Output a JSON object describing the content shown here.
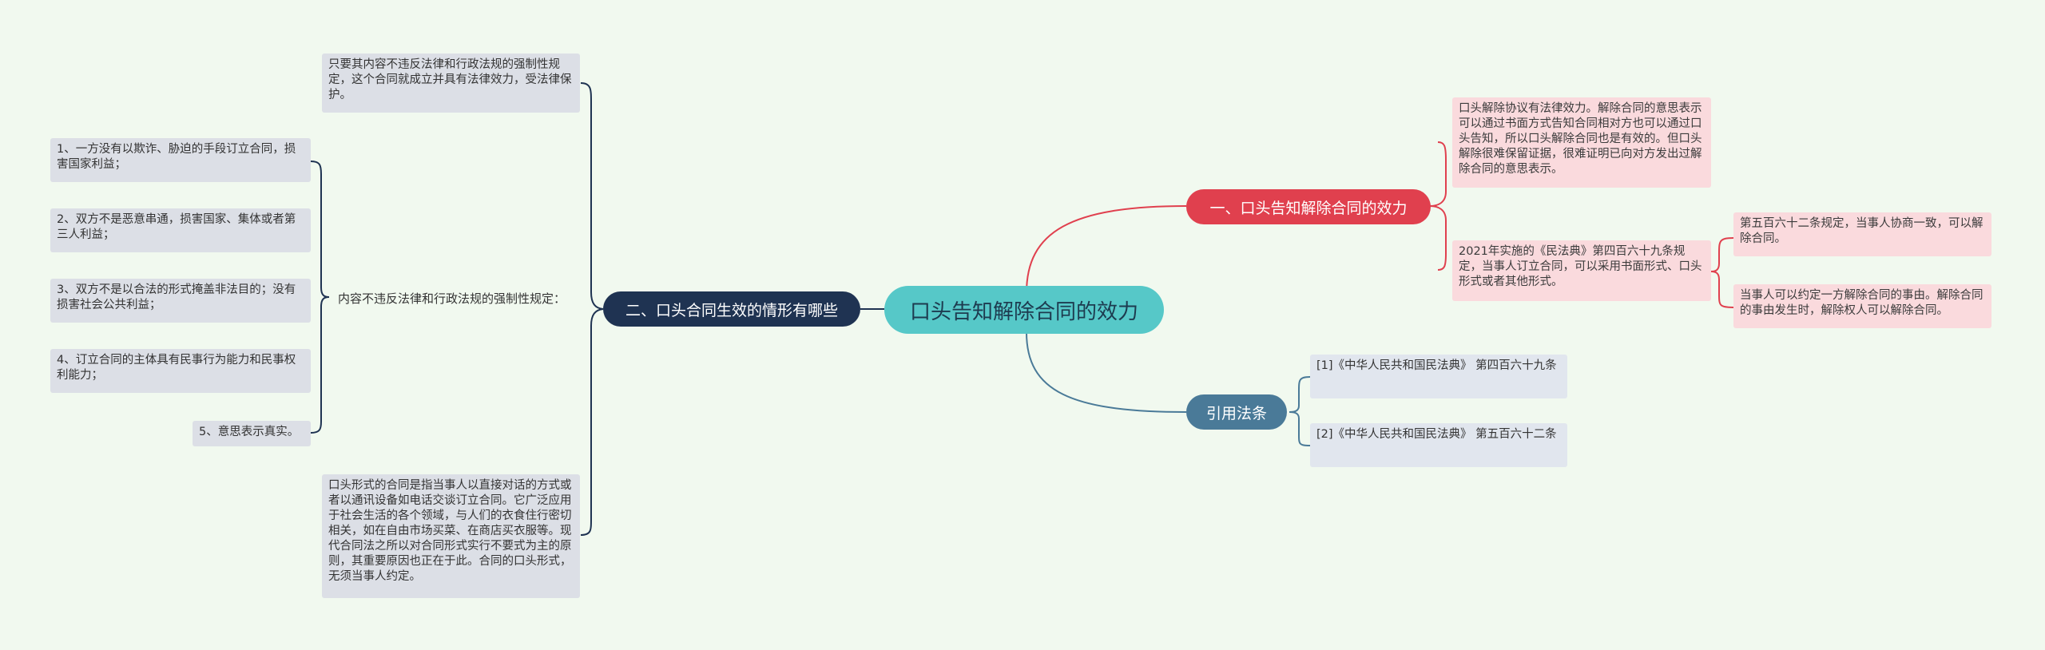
{
  "root": {
    "label": "口头告知解除合同的效力"
  },
  "right_branches": [
    {
      "label": "一、口头告知解除合同的效力",
      "color": "#e0404e",
      "children": [
        {
          "text": "口头解除协议有法律效力。解除合同的意思表示可以通过书面方式告知合同相对方也可以通过口头告知，所以口头解除合同也是有效的。但口头解除很难保留证据，很难证明已向对方发出过解除合同的意思表示。"
        },
        {
          "text": "2021年实施的《民法典》第四百六十九条规定，当事人订立合同，可以采用书面形式、口头形式或者其他形式。",
          "children": [
            {
              "text": "第五百六十二条规定，当事人协商一致，可以解除合同。"
            },
            {
              "text": "当事人可以约定一方解除合同的事由。解除合同的事由发生时，解除权人可以解除合同。"
            }
          ]
        }
      ]
    },
    {
      "label": "引用法条",
      "color": "#4a7a98",
      "children": [
        {
          "text": "[1]《中华人民共和国民法典》 第四百六十九条"
        },
        {
          "text": "[2]《中华人民共和国民法典》 第五百六十二条"
        }
      ]
    }
  ],
  "left_branch": {
    "label": "二、口头合同生效的情形有哪些",
    "color": "#1f3352",
    "children": [
      {
        "text": "只要其内容不违反法律和行政法规的强制性规定，这个合同就成立并具有法律效力，受法律保护。"
      },
      {
        "text": "内容不违反法律和行政法规的强制性规定：",
        "children": [
          {
            "text": "1、一方没有以欺诈、胁迫的手段订立合同，损害国家利益；"
          },
          {
            "text": "2、双方不是恶意串通，损害国家、集体或者第三人利益；"
          },
          {
            "text": "3、双方不是以合法的形式掩盖非法目的；没有损害社会公共利益；"
          },
          {
            "text": "4、订立合同的主体具有民事行为能力和民事权利能力；"
          },
          {
            "text": "5、意思表示真实。"
          }
        ]
      },
      {
        "text": "口头形式的合同是指当事人以直接对话的方式或者以通讯设备如电话交谈订立合同。它广泛应用于社会生活的各个领域，与人们的衣食住行密切相关，如在自由市场买菜、在商店买衣服等。现代合同法之所以对合同形式实行不要式为主的原则，其重要原因也正在于此。合同的口头形式，无须当事人约定。"
      }
    ]
  }
}
